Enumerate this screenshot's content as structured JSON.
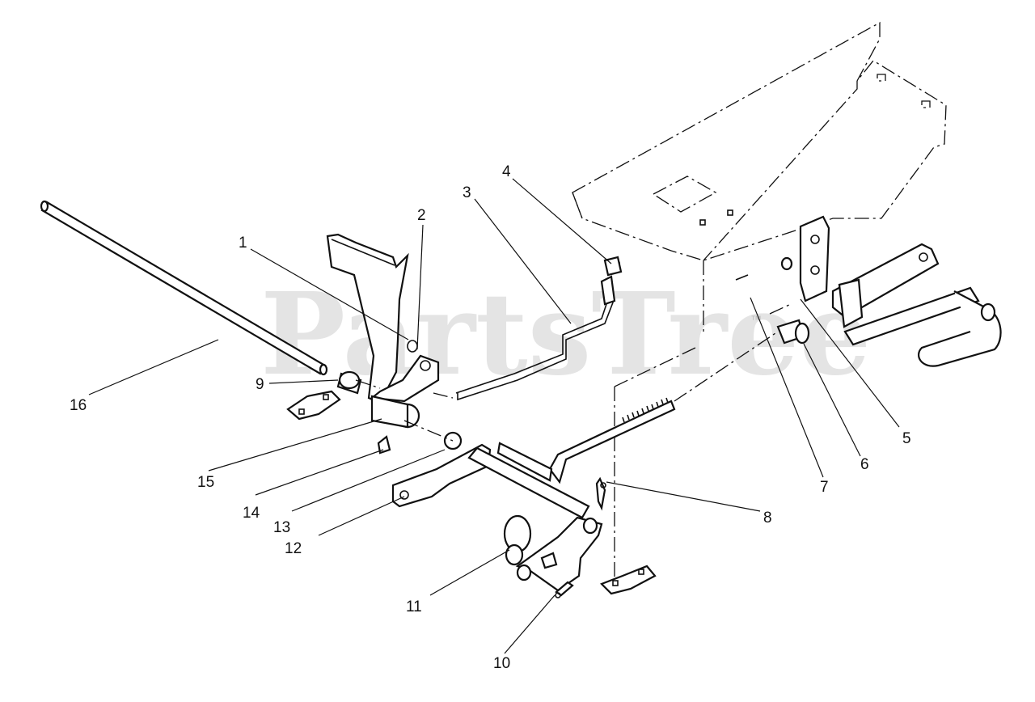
{
  "diagram": {
    "watermark": "PartsTree",
    "watermark_mark": "™",
    "callouts": [
      {
        "id": "1",
        "text": "1"
      },
      {
        "id": "2",
        "text": "2"
      },
      {
        "id": "3",
        "text": "3"
      },
      {
        "id": "4",
        "text": "4"
      },
      {
        "id": "5",
        "text": "5"
      },
      {
        "id": "6",
        "text": "6"
      },
      {
        "id": "7",
        "text": "7"
      },
      {
        "id": "8",
        "text": "8"
      },
      {
        "id": "9",
        "text": "9"
      },
      {
        "id": "10",
        "text": "10"
      },
      {
        "id": "11",
        "text": "11"
      },
      {
        "id": "12",
        "text": "12"
      },
      {
        "id": "13",
        "text": "13"
      },
      {
        "id": "14",
        "text": "14"
      },
      {
        "id": "15",
        "text": "15"
      },
      {
        "id": "16",
        "text": "16"
      }
    ]
  }
}
